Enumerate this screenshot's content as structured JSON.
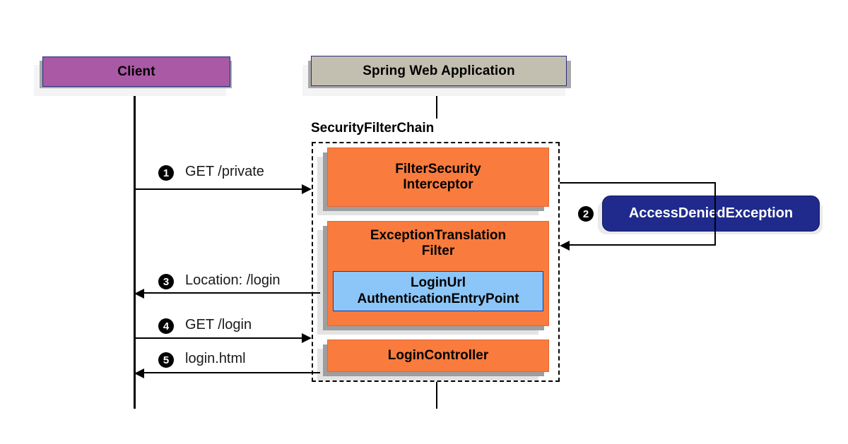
{
  "diagram": {
    "title": "Spring Security authentication entry point sequence",
    "colors": {
      "client_fill": "#aa59a5",
      "app_fill": "#c3bfb0",
      "filter_fill": "#f97b3d",
      "entrypoint_fill": "#8cc5f7",
      "exception_fill": "#1f2a8c",
      "border_blue": "#2b2b80",
      "shadow_dark": "#9e9e9e",
      "shadow_light": "#e3e3e3"
    }
  },
  "participants": [
    {
      "id": "client",
      "label": "Client"
    },
    {
      "id": "spring-web-application",
      "label": "Spring Web Application"
    }
  ],
  "chain": {
    "title": "SecurityFilterChain",
    "filters": [
      {
        "id": "filter-security-interceptor",
        "line1": "FilterSecurity",
        "line2": "Interceptor"
      },
      {
        "id": "exception-translation-filter",
        "line1": "ExceptionTranslation",
        "line2": "Filter"
      },
      {
        "id": "login-controller",
        "line1": "LoginController",
        "line2": ""
      }
    ],
    "entry_point": {
      "id": "login-url-authentication-entry-point",
      "line1": "LoginUrl",
      "line2": "AuthenticationEntryPoint"
    }
  },
  "exception": {
    "id": "access-denied-exception",
    "label": "AccessDeniedException",
    "step": "2"
  },
  "messages": [
    {
      "step": "1",
      "label": "GET /private",
      "direction": "right"
    },
    {
      "step": "3",
      "label": "Location: /login",
      "direction": "left"
    },
    {
      "step": "4",
      "label": "GET /login",
      "direction": "right"
    },
    {
      "step": "5",
      "label": "login.html",
      "direction": "left"
    }
  ]
}
